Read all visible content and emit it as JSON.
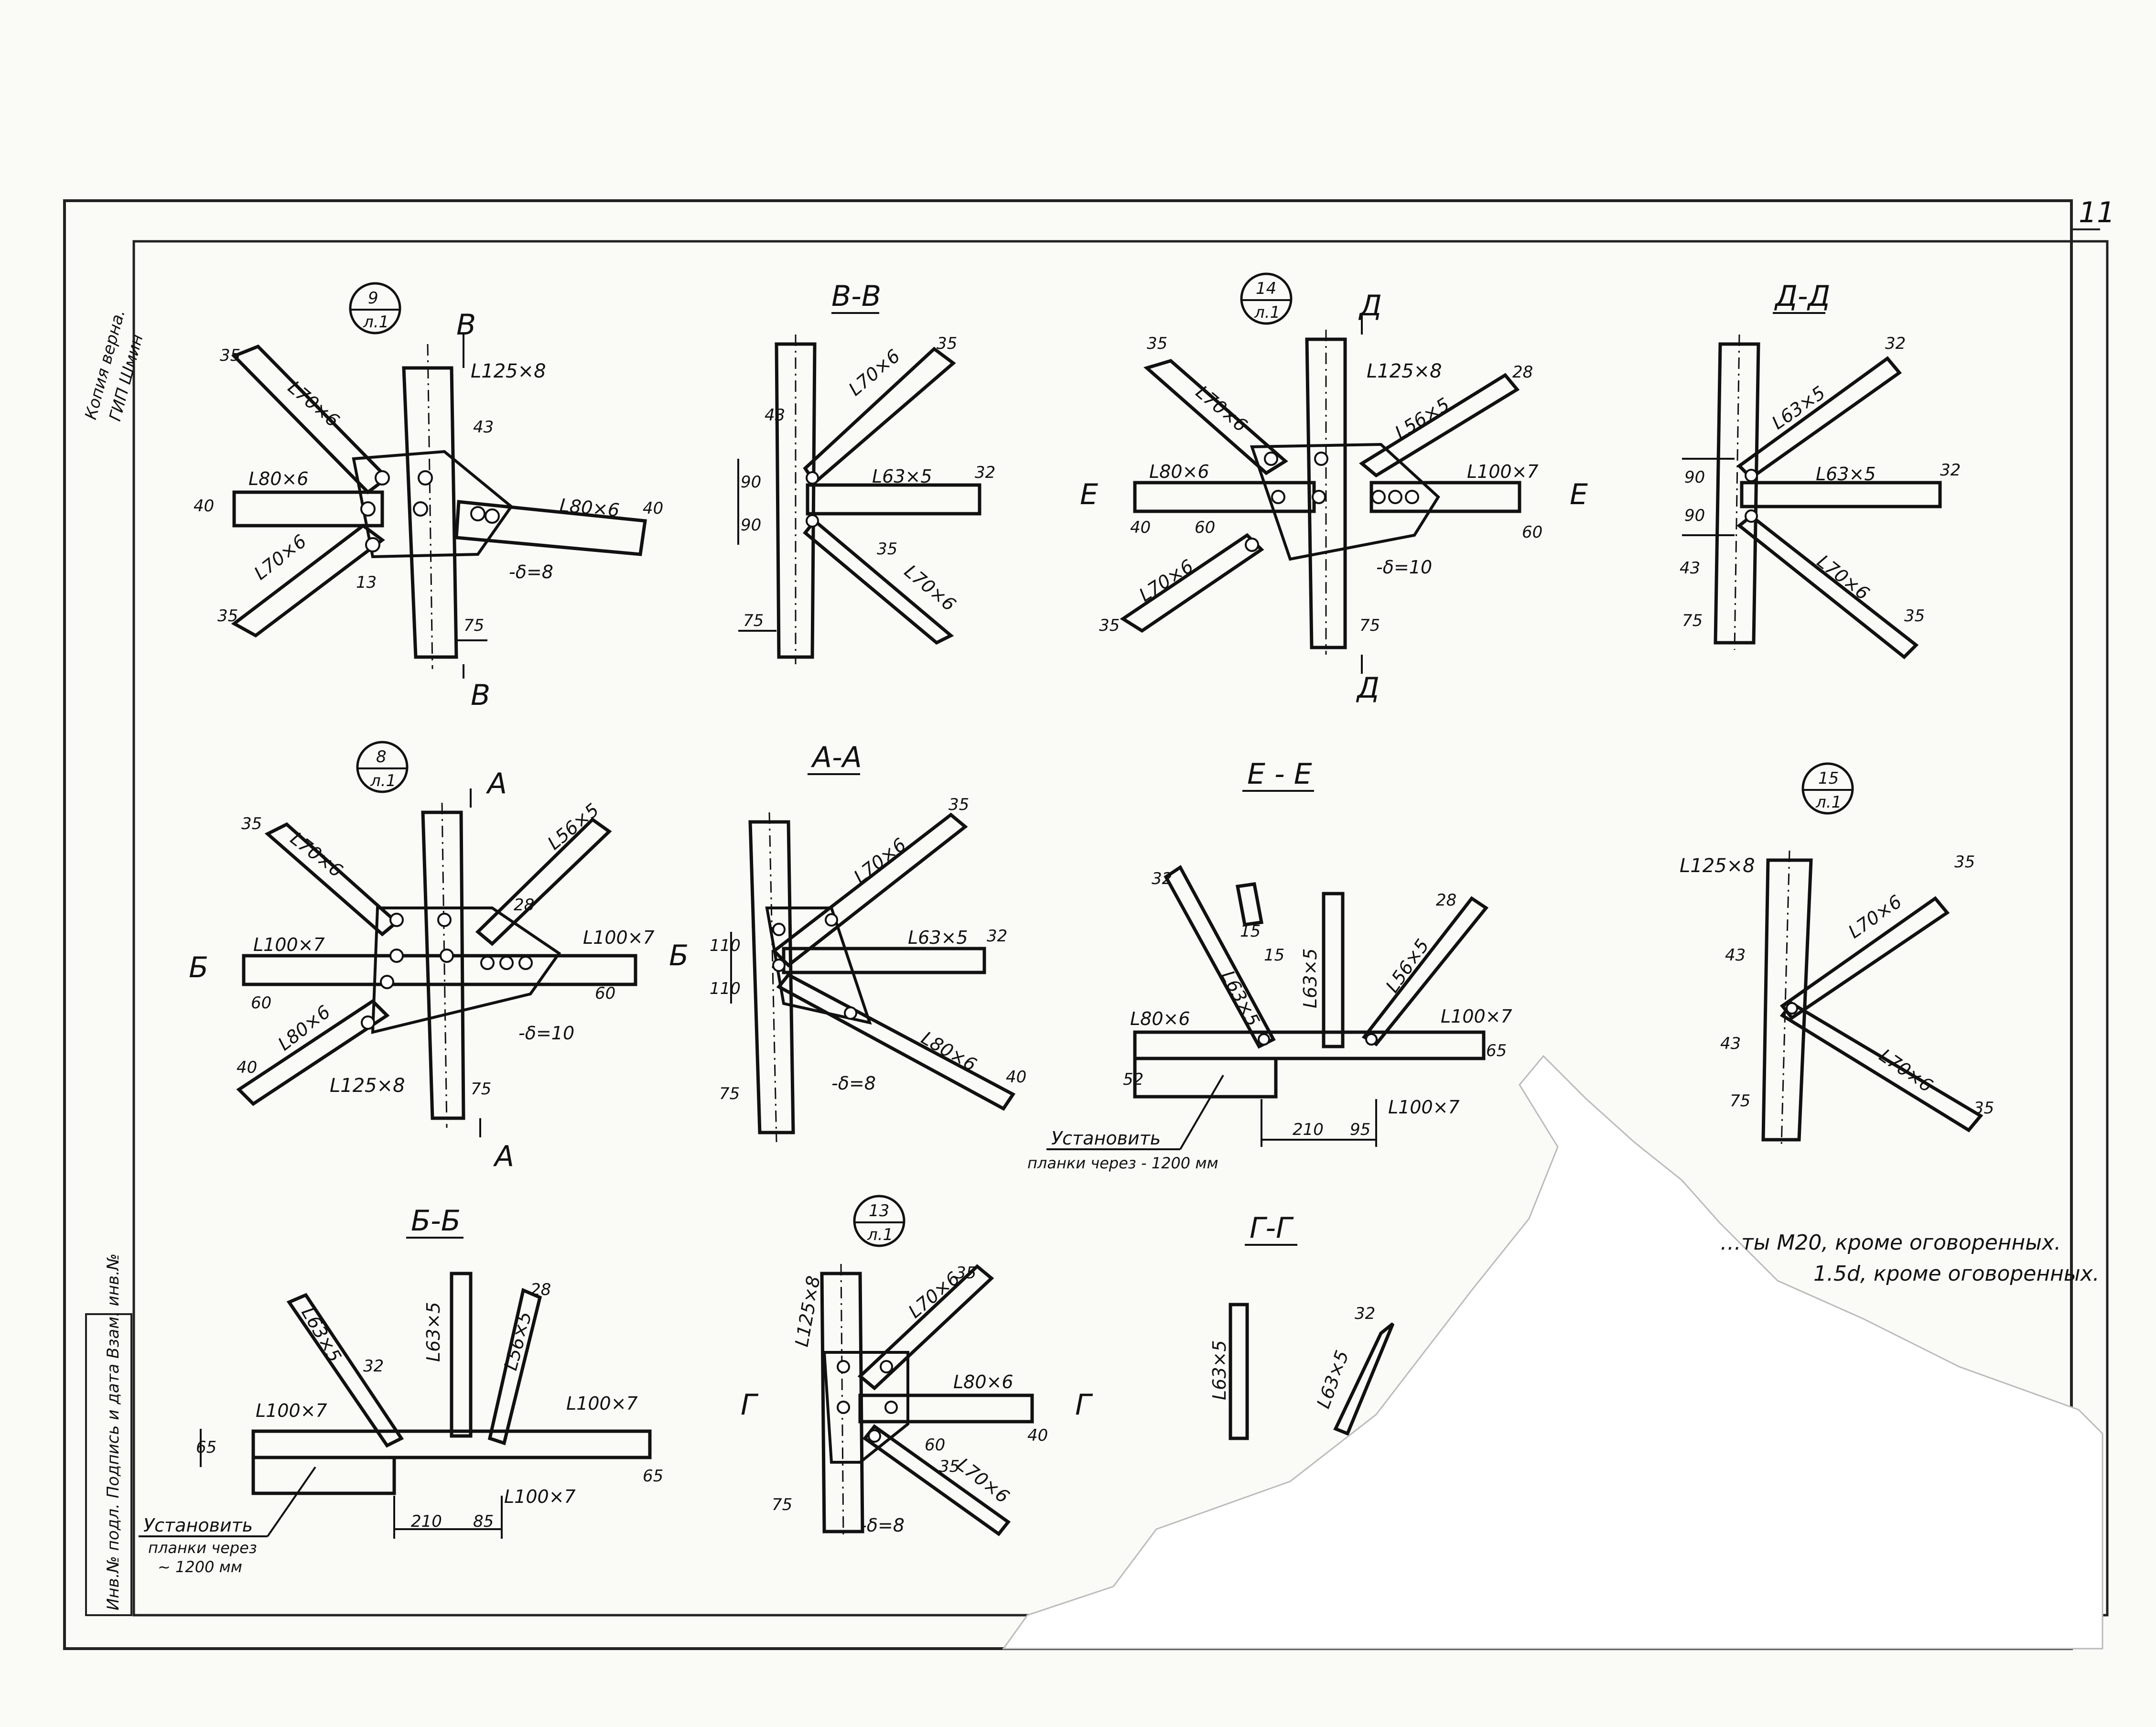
{
  "stamp": {
    "copy_verified": "Копия верна.",
    "chief": "ГИП",
    "signature": "Шмин"
  },
  "sheet_number": "11",
  "side_strip": "Инв.№ подл. Подпись и дата Взам. инв.№",
  "nodes": {
    "n9": {
      "num": "9",
      "sheet": "л.1"
    },
    "n14": {
      "num": "14",
      "sheet": "л.1"
    },
    "n8": {
      "num": "8",
      "sheet": "л.1"
    },
    "n15": {
      "num": "15",
      "sheet": "л.1"
    },
    "n13": {
      "num": "13",
      "sheet": "л.1"
    }
  },
  "sections": {
    "vv": "В-В",
    "dd": "Д-Д",
    "aa": "А-А",
    "ee": "Е - Е",
    "bb": "Б-Б",
    "gg": "Г-Г"
  },
  "cut_letters": {
    "V": "В",
    "D": "Д",
    "E": "Е",
    "A": "А",
    "B": "Б",
    "G": "Г"
  },
  "profiles": {
    "p125x8": "L125×8",
    "p100x7": "L100×7",
    "p80x6": "L80×6",
    "p70x6": "L70×6",
    "p63x5": "L63×5",
    "p56x5": "L56×5"
  },
  "plates": {
    "d8": "-δ=8",
    "d10": "-δ=10"
  },
  "dims": {
    "d35": "35",
    "d40": "40",
    "d43": "43",
    "d13": "13",
    "d75": "75",
    "d90": "90",
    "d32": "32",
    "d28": "28",
    "d60": "60",
    "d110": "110",
    "d15": "15",
    "d52": "52",
    "d65": "65",
    "d210": "210",
    "d95": "95",
    "d85": "85"
  },
  "notes": {
    "install": "Установить",
    "planks_1200": "планки через - 1200 мм",
    "planks_a": "планки через",
    "planks_b": "~ 1200 мм",
    "bolts": "…ты  М20, кроме оговоренных.",
    "holes": "1.5d, кроме оговоренных."
  }
}
